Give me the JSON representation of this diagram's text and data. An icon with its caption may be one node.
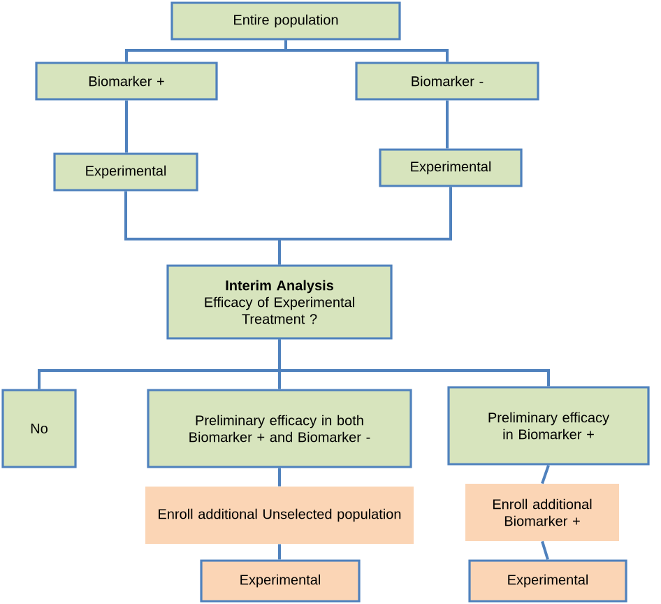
{
  "diagram": {
    "nodes": [
      {
        "text": [
          "Entire population"
        ]
      },
      {
        "text": [
          "Biomarker +"
        ]
      },
      {
        "text": [
          "Biomarker -"
        ]
      },
      {
        "text": [
          "Experimental"
        ]
      },
      {
        "text": [
          "Experimental"
        ]
      },
      {
        "text": [
          "Interim Analysis",
          "Efficacy of Experimental Treatment ?"
        ]
      },
      {
        "text": [
          "No"
        ]
      },
      {
        "text": [
          "Preliminary efficacy in both Biomarker + and Biomarker -"
        ]
      },
      {
        "text": [
          "Preliminary efficacy in Biomarker +"
        ]
      },
      {
        "text": [
          "Enroll additional Unselected population"
        ]
      },
      {
        "text": [
          "Enroll additional Biomarker +"
        ]
      },
      {
        "text": [
          "Experimental"
        ]
      },
      {
        "text": [
          "Experimental"
        ]
      }
    ],
    "edges": [
      {
        "from": 0,
        "to": 1,
        "arrow": "none"
      },
      {
        "from": 0,
        "to": 2,
        "arrow": "none"
      },
      {
        "from": 1,
        "to": 3,
        "arrow": "none"
      },
      {
        "from": 2,
        "to": 4,
        "arrow": "none"
      },
      {
        "from": 3,
        "to": 5,
        "arrow": "none"
      },
      {
        "from": 4,
        "to": 5,
        "arrow": "none"
      },
      {
        "from": 5,
        "to": 6,
        "arrow": "none"
      },
      {
        "from": 5,
        "to": 7,
        "arrow": "none"
      },
      {
        "from": 5,
        "to": 8,
        "arrow": "none"
      },
      {
        "from": 7,
        "to": 9,
        "arrow": "none"
      },
      {
        "from": 9,
        "to": 11,
        "arrow": "none"
      },
      {
        "from": 8,
        "to": 10,
        "arrow": "none"
      },
      {
        "from": 10,
        "to": 12,
        "arrow": "none"
      }
    ]
  }
}
